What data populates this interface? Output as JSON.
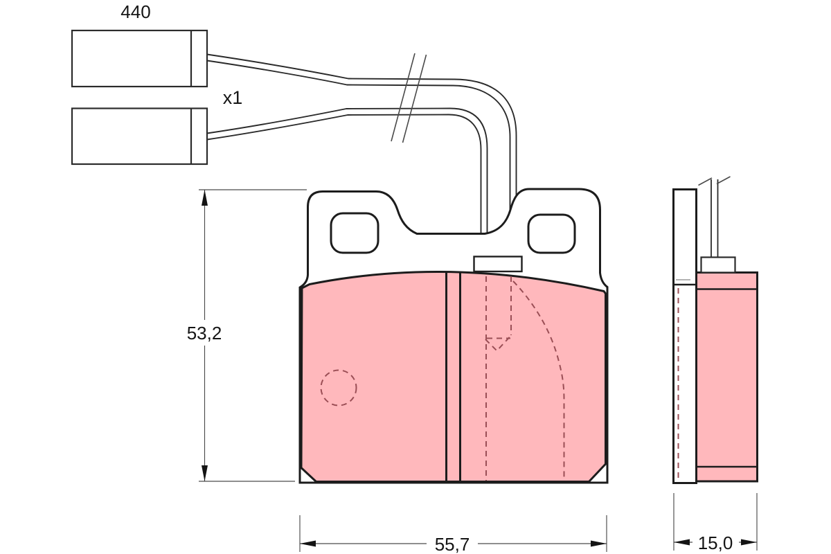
{
  "diagram": {
    "title_hint": "brake pad technical drawing with wear sensor cable",
    "labels": {
      "cable_length": "440",
      "quantity": "x1",
      "pad_height": "53,2",
      "pad_width": "55,7",
      "pad_thickness": "15,0"
    },
    "colors": {
      "friction_material": "#ffb8bc",
      "hidden_line": "#9a4e55",
      "outline": "#1c1c1c",
      "background": "#ffffff"
    }
  }
}
